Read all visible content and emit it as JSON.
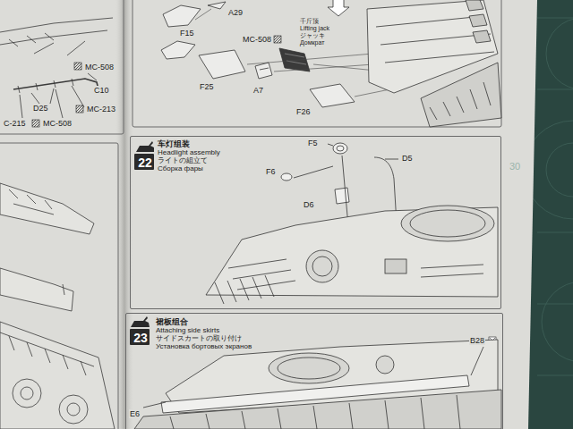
{
  "diagram": {
    "nodes": [
      {
        "text": [
          "22",
          "车灯组装",
          "Headlight assembly",
          "ライトの組立て",
          "Сборка фары"
        ]
      },
      {
        "text": [
          "23",
          "裙板组合",
          "Attaching side skirts",
          "サイドスカートの取り付け",
          "Установка бортовых экранов"
        ]
      }
    ],
    "labels": [
      "A29",
      "F15",
      "MC-508",
      "千斤顶",
      "Lifting jack",
      "ジャッキ",
      "Домкрат",
      "F25",
      "A7",
      "F26",
      "MC-508",
      "C10",
      "D25",
      "MC-213",
      "C-215",
      "MC-508",
      "F5",
      "F6",
      "D5",
      "D6",
      "B28",
      "E6",
      "30"
    ]
  }
}
